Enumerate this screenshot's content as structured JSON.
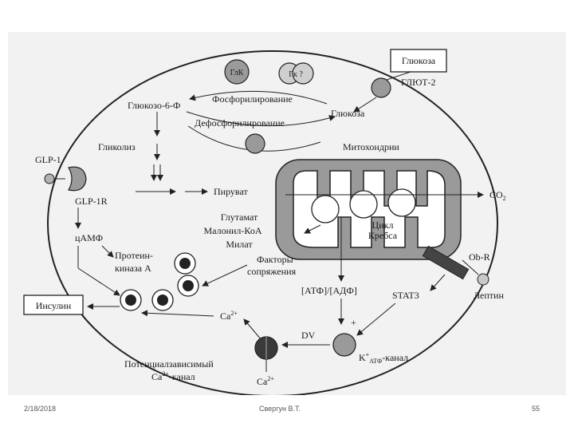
{
  "labels": {
    "glucose_box": "Глюкоза",
    "glut2": "ГЛЮТ-2",
    "glucose_inside": "Глюкоза",
    "gak": "ГлК",
    "gk": "Гк ?",
    "g6p": "Глюкозо-6-Ф",
    "phosphorylation": "Фосфорилирование",
    "dephosphorylation": "Дефосфорилирование",
    "mitochondria": "Митохондрии",
    "glp1": "GLP-1",
    "glp1r": "GLP-1R",
    "glycolysis": "Гликолиз",
    "pyruvate": "Пируват",
    "co2": "CO",
    "co2_sub": "2",
    "krebs_line1": "Цикл",
    "krebs_line2": "Кребса",
    "glutamate": "Глутамат",
    "malonyl": "Малонил-КоА",
    "malate": "Милат",
    "coupling_line1": "Факторы",
    "coupling_line2": "сопряжения",
    "camp": "цАМФ",
    "pka_line1": "Протеин-",
    "pka_line2": "киназа А",
    "atp_adp": "[АТФ]/[АДФ]",
    "stat3": "STAT3",
    "obr": "Ob-R",
    "leptin": "Лептин",
    "insulin": "Инсулин",
    "ca_top": "Ca",
    "ca_top_sup": "2+",
    "dv": "DV",
    "katp_k": "K",
    "katp_sup": "+",
    "katp_sub": "АТФ",
    "katp_rest": "-канал",
    "plus": "+",
    "vd_channel_line1": "Потенциалзависимый",
    "vd_channel_line2_a": "Ca",
    "vd_channel_line2_sup": "2+",
    "vd_channel_line2_b": "-канал",
    "ca_bottom": "Ca",
    "ca_bottom_sup": "2+"
  },
  "footer": {
    "date": "2/18/2018",
    "author": "Свергун В.Т.",
    "page": "55"
  }
}
